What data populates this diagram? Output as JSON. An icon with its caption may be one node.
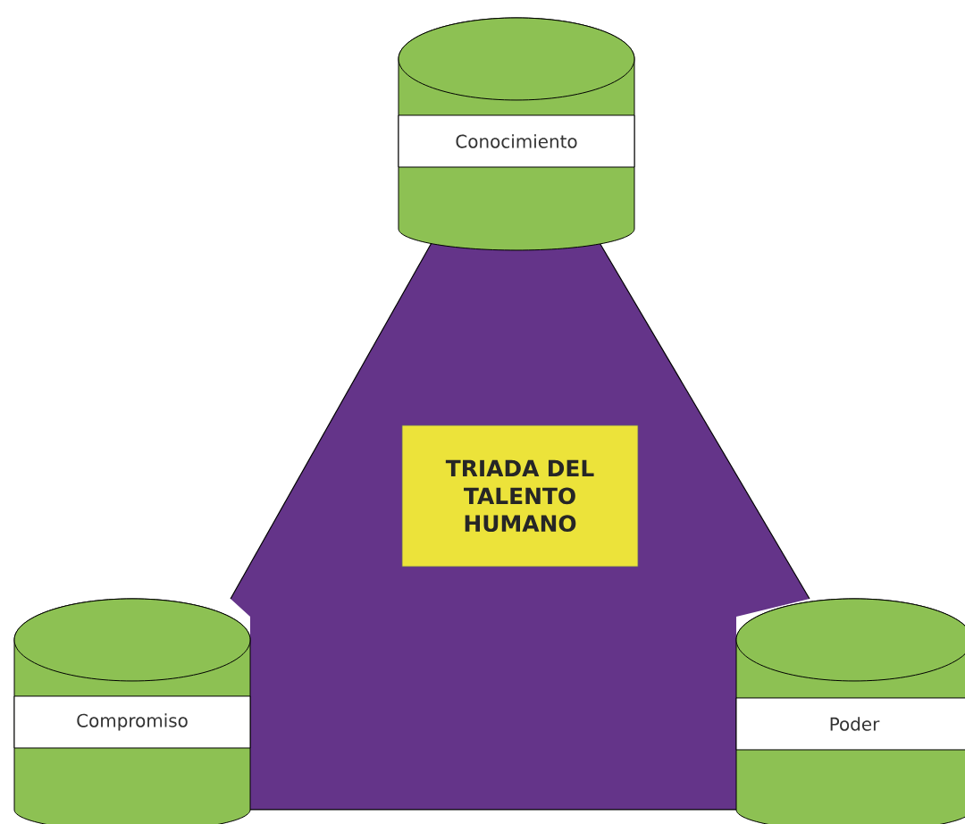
{
  "diagram": {
    "nodes": [
      {
        "text": [
          "Conocimiento"
        ]
      },
      {
        "text": [],
        "shape": "triangle"
      },
      {
        "text": [
          "TRIADA DEL TALENTO HUMANO"
        ],
        "in": 1
      },
      {
        "text": [
          "Compromiso"
        ]
      },
      {
        "text": [
          "Poder"
        ]
      }
    ]
  }
}
